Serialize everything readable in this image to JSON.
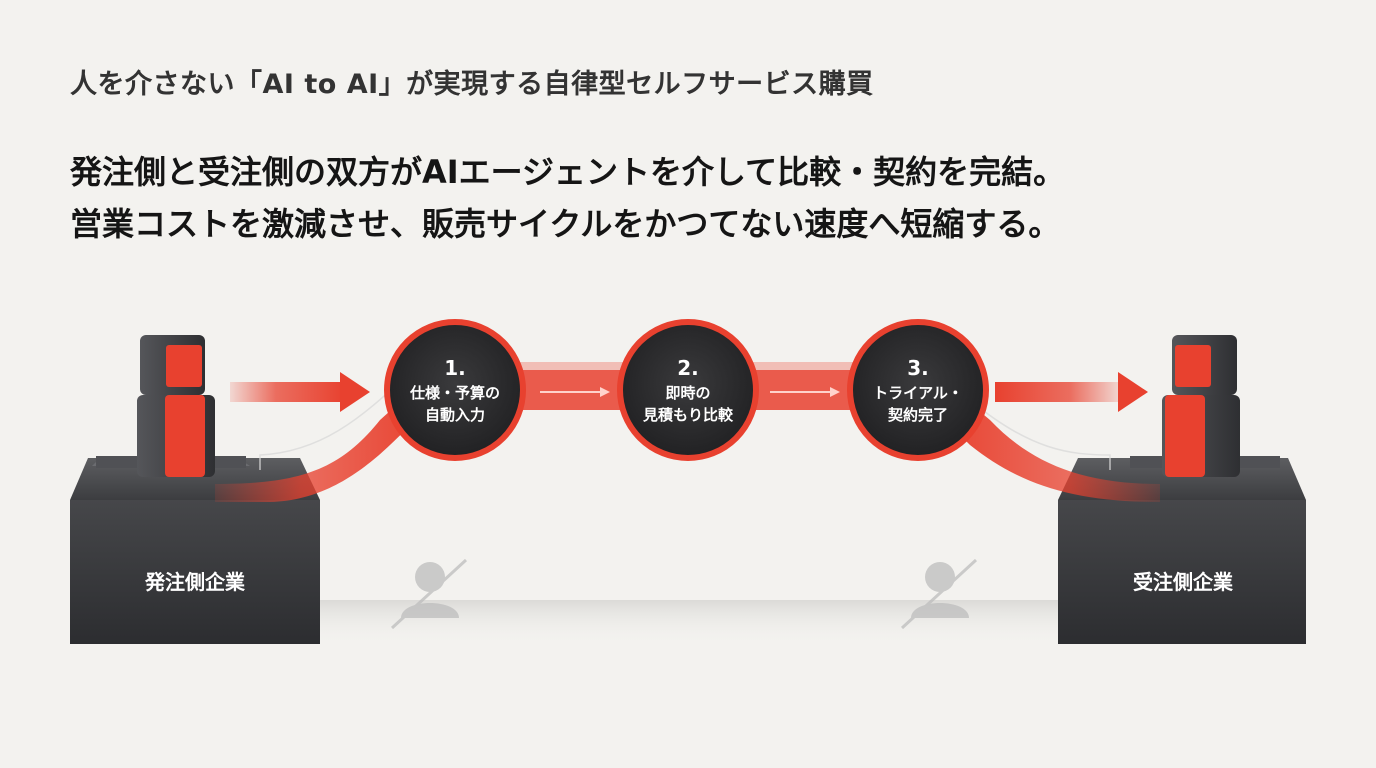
{
  "header": {
    "subtitle": "人を介さない「AI to AI」が実現する自律型セルフサービス購買",
    "headline_line1": "発注側と受注側の双方がAIエージェントを介して比較・契約を完結。",
    "headline_line2": "営業コストを激減させ、販売サイクルをかつてない速度へ短縮する。"
  },
  "left_entity": {
    "label": "発注側企業",
    "icon": "robot-agent-icon"
  },
  "right_entity": {
    "label": "受注側企業",
    "icon": "robot-agent-icon"
  },
  "steps": [
    {
      "number": "1.",
      "line1": "仕様・予算の",
      "line2": "自動入力"
    },
    {
      "number": "2.",
      "line1": "即時の",
      "line2": "見積もり比較"
    },
    {
      "number": "3.",
      "line1": "トライアル・",
      "line2": "契約完了"
    }
  ],
  "icons": {
    "no_human": "person-crossed-out-icon",
    "flow_arrow": "arrow-right-icon"
  },
  "colors": {
    "accent": "#e8412f",
    "accent_dark": "#c8321f",
    "step_fill": "#2d2d2f",
    "block_dark": "#3b3c3f",
    "background": "#f3f2ef"
  }
}
